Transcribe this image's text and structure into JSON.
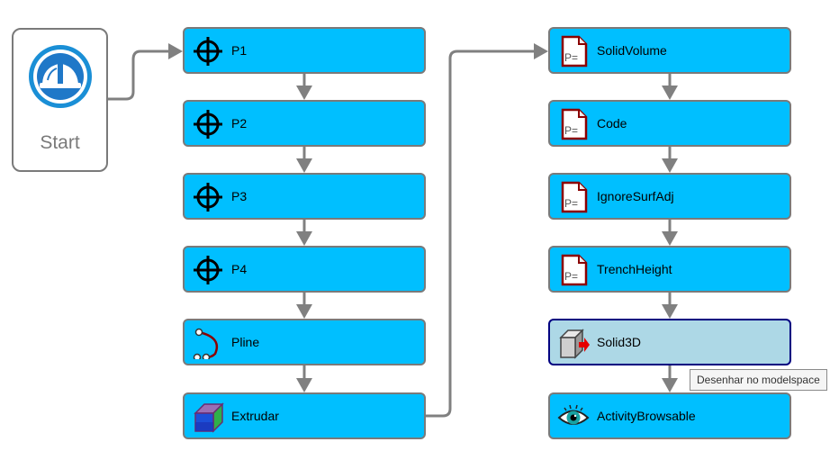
{
  "start": {
    "label": "Start",
    "icon": "hard-hat-icon"
  },
  "columns": [
    [
      {
        "id": "p1",
        "label": "P1",
        "icon": "crosshair-icon"
      },
      {
        "id": "p2",
        "label": "P2",
        "icon": "crosshair-icon"
      },
      {
        "id": "p3",
        "label": "P3",
        "icon": "crosshair-icon"
      },
      {
        "id": "p4",
        "label": "P4",
        "icon": "crosshair-icon"
      },
      {
        "id": "pline",
        "label": "Pline",
        "icon": "polyline-icon"
      },
      {
        "id": "extrudar",
        "label": "Extrudar",
        "icon": "extrude-box-icon"
      }
    ],
    [
      {
        "id": "solidvolume",
        "label": "SolidVolume",
        "icon": "parameter-doc-icon"
      },
      {
        "id": "code",
        "label": "Code",
        "icon": "parameter-doc-icon"
      },
      {
        "id": "ignoresurfadj",
        "label": "IgnoreSurfAdj",
        "icon": "parameter-doc-icon"
      },
      {
        "id": "trenchheight",
        "label": "TrenchHeight",
        "icon": "parameter-doc-icon"
      },
      {
        "id": "solid3d",
        "label": "Solid3D",
        "icon": "solid3d-icon",
        "selected": true
      },
      {
        "id": "activitybrowsable",
        "label": "ActivityBrowsable",
        "icon": "eye-icon"
      }
    ]
  ],
  "tooltip": {
    "text": "Desenhar no modelspace"
  },
  "colors": {
    "node_fill": "#00bfff",
    "node_border": "#7a7a7a",
    "selected_fill": "#add8e6",
    "selected_border": "#000080",
    "connector": "#808080"
  }
}
